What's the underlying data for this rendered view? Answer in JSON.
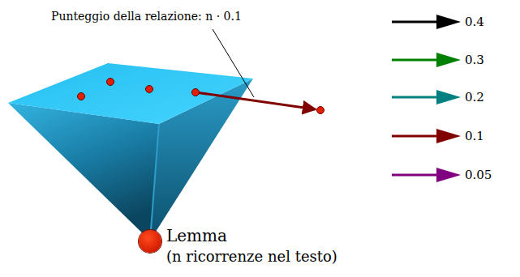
{
  "diagram": {
    "nodes": [
      {
        "text": [
          "Lemma",
          "(n ricorrenze nel testo)"
        ]
      }
    ],
    "labels": [
      "Punteggio della relazione: n · 0.1"
    ],
    "legend": [
      {
        "text": "0.4"
      },
      {
        "text": "0.3"
      },
      {
        "text": "0.2"
      },
      {
        "text": "0.1"
      },
      {
        "text": "0.05"
      }
    ]
  }
}
